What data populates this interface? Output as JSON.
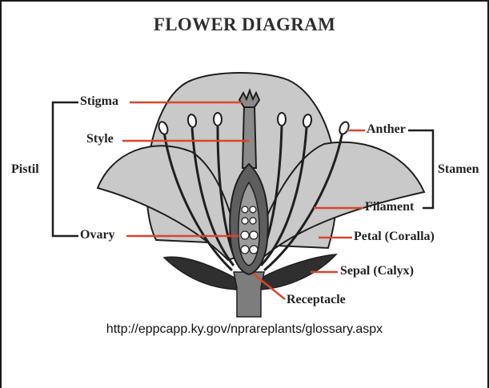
{
  "title": "FLOWER DIAGRAM",
  "labels": {
    "stigma": "Stigma",
    "style": "Style",
    "pistil": "Pistil",
    "ovary": "Ovary",
    "anther": "Anther",
    "stamen": "Stamen",
    "filament": "Filament",
    "petal": "Petal (Coralla)",
    "sepal": "Sepal (Calyx)",
    "receptacle": "Receptacle"
  },
  "source_url": "http://eppcapp.ky.gov/nprareplants/glossary.aspx",
  "colors": {
    "leader": "#d9472b",
    "petal_fill": "#c9c9c9",
    "sepal_fill": "#2f2f2f",
    "stem_fill": "#7d7d7d",
    "ovary_fill": "#5e5e5e",
    "outline": "#1f1f1f"
  }
}
